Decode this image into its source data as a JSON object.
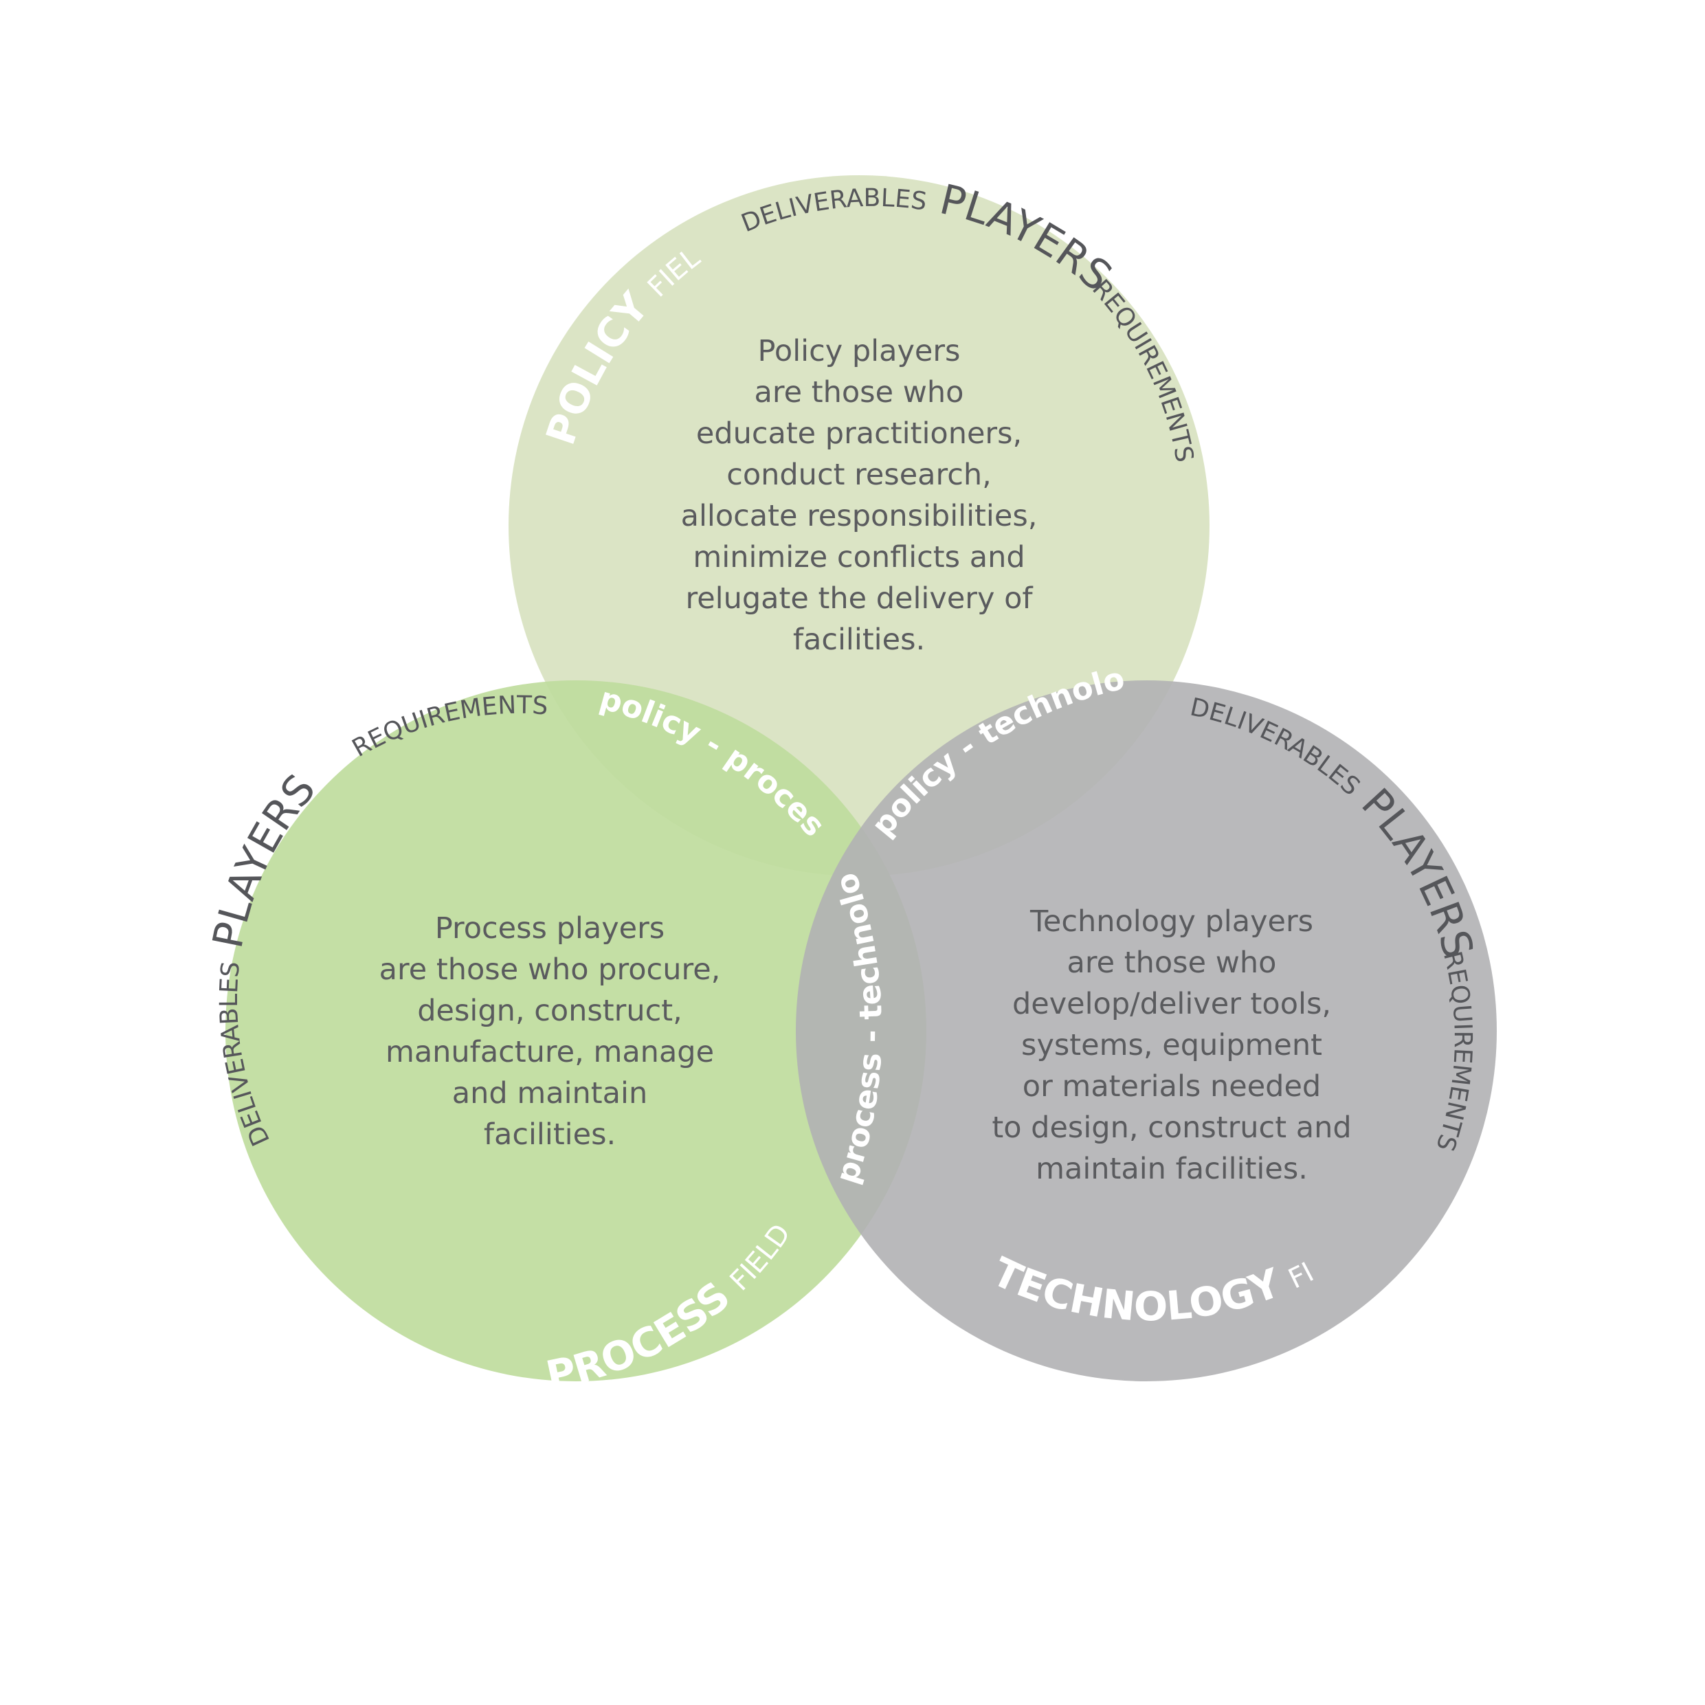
{
  "colors": {
    "policy": "#d9e3c2",
    "process": "#bfdc9d",
    "technology": "#b1b1b4",
    "text_dark": "#5a5b5e",
    "text_light": "#ffffff"
  },
  "policy": {
    "field_word": "POLICY",
    "field_suffix": "FIELD",
    "deliverables": "DELIVERABLES",
    "players": "PLAYERS",
    "requirements": "REQUIREMENTS",
    "description": [
      "Policy players",
      "are those who",
      "educate practitioners,",
      "conduct research,",
      "allocate responsibilities,",
      "minimize conflicts and",
      "relugate the delivery of",
      "facilities."
    ]
  },
  "process": {
    "field_word": "PROCESS",
    "field_suffix": "FIELD",
    "deliverables": "DELIVERABLES",
    "players": "PLAYERS",
    "requirements": "REQUIREMENTS",
    "description": [
      "Process players",
      "are those who procure,",
      "design, construct,",
      "manufacture, manage",
      "and maintain",
      "facilities."
    ]
  },
  "technology": {
    "field_word": "TECHNOLOGY",
    "field_suffix": "FIELD",
    "deliverables": "DELIVERABLES",
    "players": "PLAYERS",
    "requirements": "REQUIREMENTS",
    "description": [
      "Technology players",
      "are those who",
      "develop/deliver tools,",
      "systems, equipment",
      "or materials needed",
      "to design, construct and",
      "maintain facilities."
    ]
  },
  "overlaps": {
    "policy_process": "policy - process",
    "policy_technology": "policy - technology",
    "process_technology": "process - technology"
  }
}
